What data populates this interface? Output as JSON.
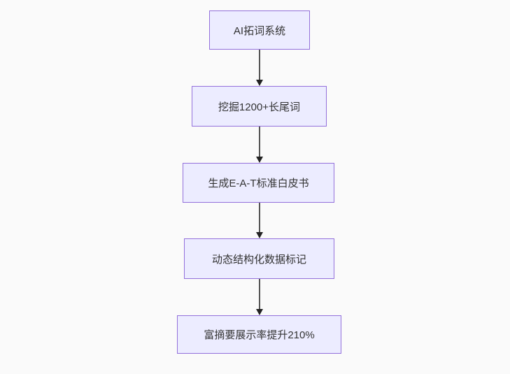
{
  "diagram": {
    "type": "flowchart",
    "direction": "top-down",
    "background_color": "#fafafa",
    "node_fill_color": "#ECECFF",
    "node_border_color": "#9370DB",
    "node_text_color": "#333333",
    "arrow_line_color": "#555555",
    "arrow_head_color": "#222222",
    "nodes": [
      {
        "id": "A",
        "label": "AI拓词系统"
      },
      {
        "id": "B",
        "label": "挖掘1200+长尾词"
      },
      {
        "id": "C",
        "label": "生成E-A-T标准白皮书"
      },
      {
        "id": "D",
        "label": "动态结构化数据标记"
      },
      {
        "id": "E",
        "label": "富摘要展示率提升210%"
      }
    ],
    "edges": [
      {
        "from": "A",
        "to": "B"
      },
      {
        "from": "B",
        "to": "C"
      },
      {
        "from": "C",
        "to": "D"
      },
      {
        "from": "D",
        "to": "E"
      }
    ]
  }
}
